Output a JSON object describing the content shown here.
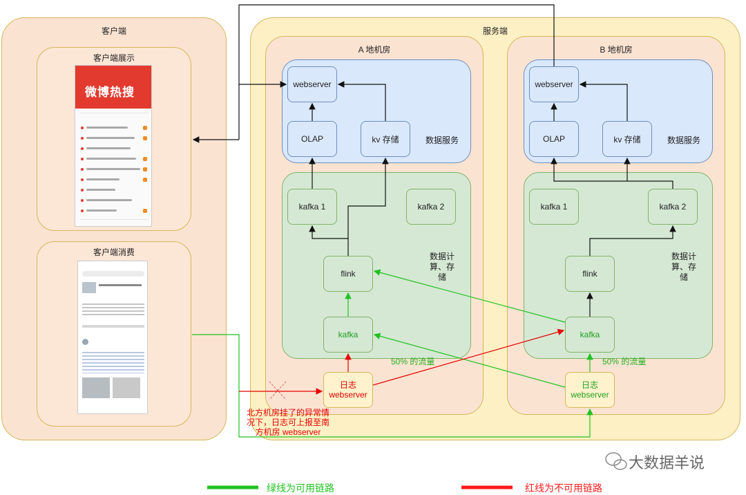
{
  "client": {
    "title": "客户端",
    "display_title": "客户端展示",
    "consume_title": "客户端消费",
    "phone_banner": "微博热搜"
  },
  "server": {
    "title": "服务端",
    "room_a": {
      "title": "A 地机房",
      "webserver": "webserver",
      "olap": "OLAP",
      "kv": "kv 存储",
      "data_service": "数据服务",
      "kafka1": "kafka 1",
      "kafka2": "kafka 2",
      "compute": "数据计算、存储",
      "flink": "flink",
      "kafka": "kafka",
      "log_webserver": "日志\nwebserver",
      "traffic": "50% 的流量"
    },
    "room_b": {
      "title": "B 地机房",
      "webserver": "webserver",
      "olap": "OLAP",
      "kv": "kv 存储",
      "data_service": "数据服务",
      "kafka1": "kafka 1",
      "kafka2": "kafka 2",
      "compute": "数据计算、存储",
      "flink": "flink",
      "kafka": "kafka",
      "log_webserver": "日志\nwebserver",
      "traffic": "50% 的流量"
    }
  },
  "annotation": "北方机房挂了的异常情况下，日志可上报至南方机房 webserver",
  "watermark": "大数据羊说",
  "legend": {
    "green_label": "绿线为可用链路",
    "red_label": "红线为不可用链路",
    "green_color": "#1fc21f",
    "red_color": "#ff1a1a"
  },
  "colors": {
    "green_line": "#1fc21f",
    "red_line": "#e60000",
    "black_line": "#111111"
  }
}
